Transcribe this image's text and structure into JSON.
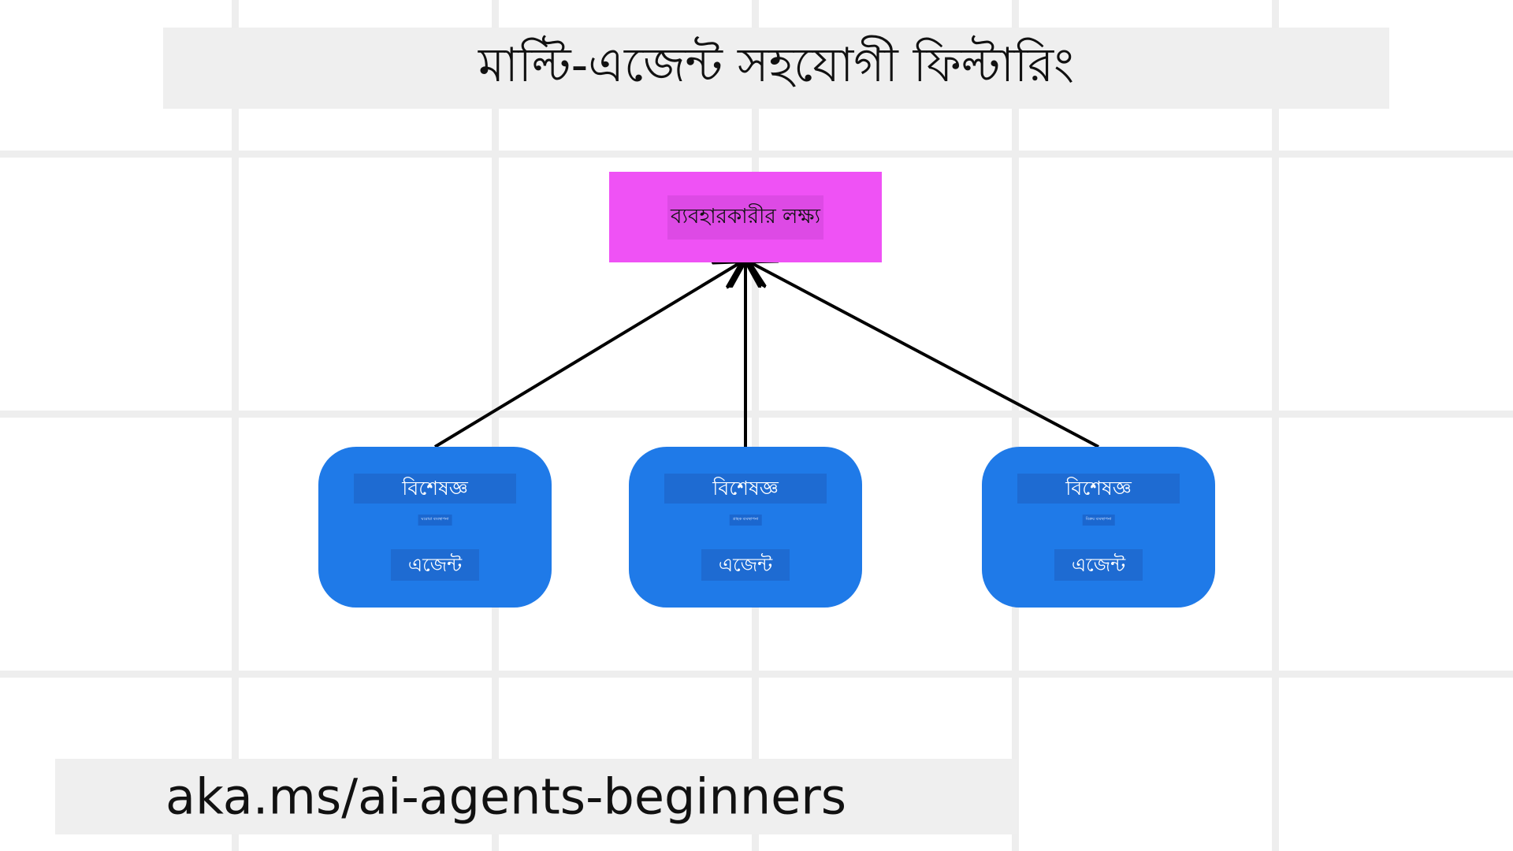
{
  "title": "মাল্টি-এজেন্ট সহযোগী ফিল্টারিং",
  "goal": {
    "label": "ব্যবহারকারীর লক্ষ্য"
  },
  "agents": [
    {
      "title": "বিশেষজ্ঞ",
      "subtitle": "ঘরোয়া ব্যবস্থাপনা",
      "kind": "এজেন্ট"
    },
    {
      "title": "বিশেষজ্ঞ",
      "subtitle": "গ্রাহক ব্যবস্থাপনা",
      "kind": "এজেন্ট"
    },
    {
      "title": "বিশেষজ্ঞ",
      "subtitle": "বিক্রয় ব্যবস্থাপনা",
      "kind": "এজেন্ট"
    }
  ],
  "footer": {
    "url": "aka.ms/ai-agents-beginners"
  },
  "colors": {
    "goal": "#ef52f5",
    "agent": "#1f7ae8",
    "grid": "#eeeeee",
    "band": "#efefef"
  }
}
